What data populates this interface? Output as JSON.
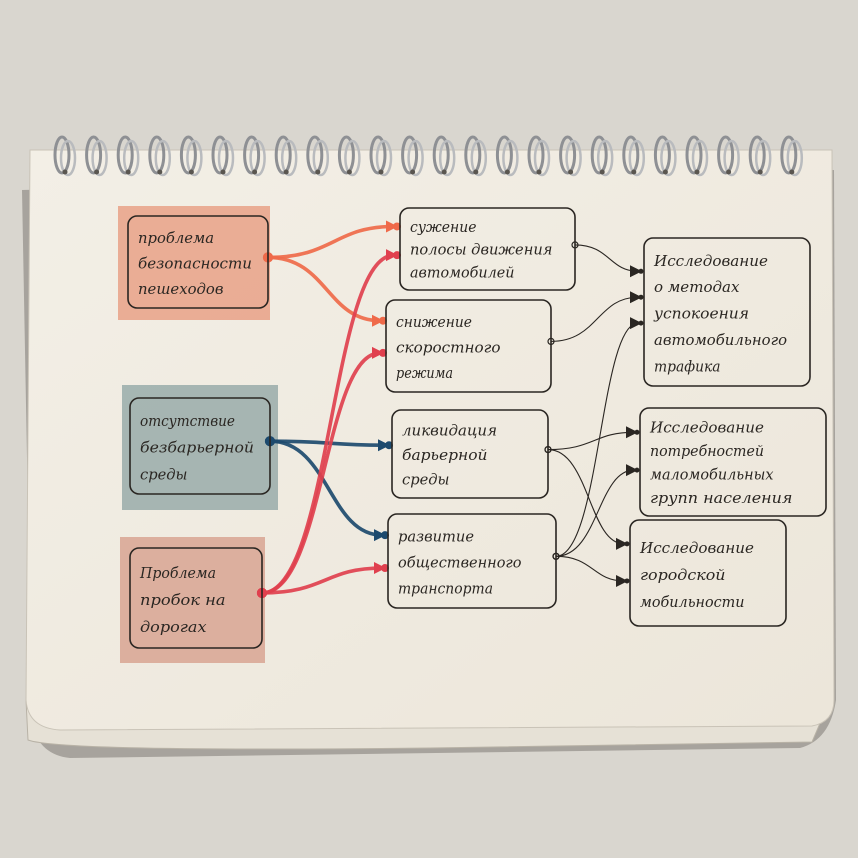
{
  "diagram": {
    "problems": [
      {
        "id": "pedestrian",
        "lines": [
          "проблема",
          "безопасности",
          "пешеходов"
        ],
        "color": "#e9a58c"
      },
      {
        "id": "barrier",
        "lines": [
          "отсутствие",
          "безбарьерной",
          "среды"
        ],
        "color": "#9dafad"
      },
      {
        "id": "traffic",
        "lines": [
          "Проблема",
          "пробок на",
          "дорогах"
        ],
        "color": "#d9a897"
      }
    ],
    "measures": [
      {
        "id": "lane",
        "lines": [
          "сужение",
          "полосы движения",
          "автомобилей"
        ]
      },
      {
        "id": "speed",
        "lines": [
          "снижение",
          "скоростного",
          "режима"
        ]
      },
      {
        "id": "liquidation",
        "lines": [
          "ликвидация",
          "барьерной",
          "среды"
        ]
      },
      {
        "id": "transport",
        "lines": [
          "развитие",
          "общественного",
          "транспорта"
        ]
      }
    ],
    "research": [
      {
        "id": "calming",
        "lines": [
          "Исследование",
          "о методах",
          "успокоения",
          "автомобильного",
          "трафика"
        ]
      },
      {
        "id": "needs",
        "lines": [
          "Исследование",
          "потребностей",
          "маломобильных",
          "групп населения"
        ]
      },
      {
        "id": "mobility",
        "lines": [
          "Исследование",
          "городской",
          "мобильности"
        ]
      }
    ],
    "links": [
      {
        "from": "pedestrian",
        "to": "lane",
        "color": "#ef6a4a"
      },
      {
        "from": "pedestrian",
        "to": "speed",
        "color": "#ef6a4a"
      },
      {
        "from": "barrier",
        "to": "liquidation",
        "color": "#1d4a6e"
      },
      {
        "from": "barrier",
        "to": "transport",
        "color": "#1d4a6e"
      },
      {
        "from": "traffic",
        "to": "lane",
        "color": "#e0404e"
      },
      {
        "from": "traffic",
        "to": "speed",
        "color": "#e0404e"
      },
      {
        "from": "traffic",
        "to": "transport",
        "color": "#e0404e"
      },
      {
        "from": "lane",
        "to": "calming",
        "color": "#2a2622"
      },
      {
        "from": "speed",
        "to": "calming",
        "color": "#2a2622"
      },
      {
        "from": "liquidation",
        "to": "needs",
        "color": "#2a2622"
      },
      {
        "from": "liquidation",
        "to": "mobility",
        "color": "#2a2622"
      },
      {
        "from": "transport",
        "to": "calming",
        "color": "#2a2622"
      },
      {
        "from": "transport",
        "to": "needs",
        "color": "#2a2622"
      },
      {
        "from": "transport",
        "to": "mobility",
        "color": "#2a2622"
      }
    ]
  }
}
